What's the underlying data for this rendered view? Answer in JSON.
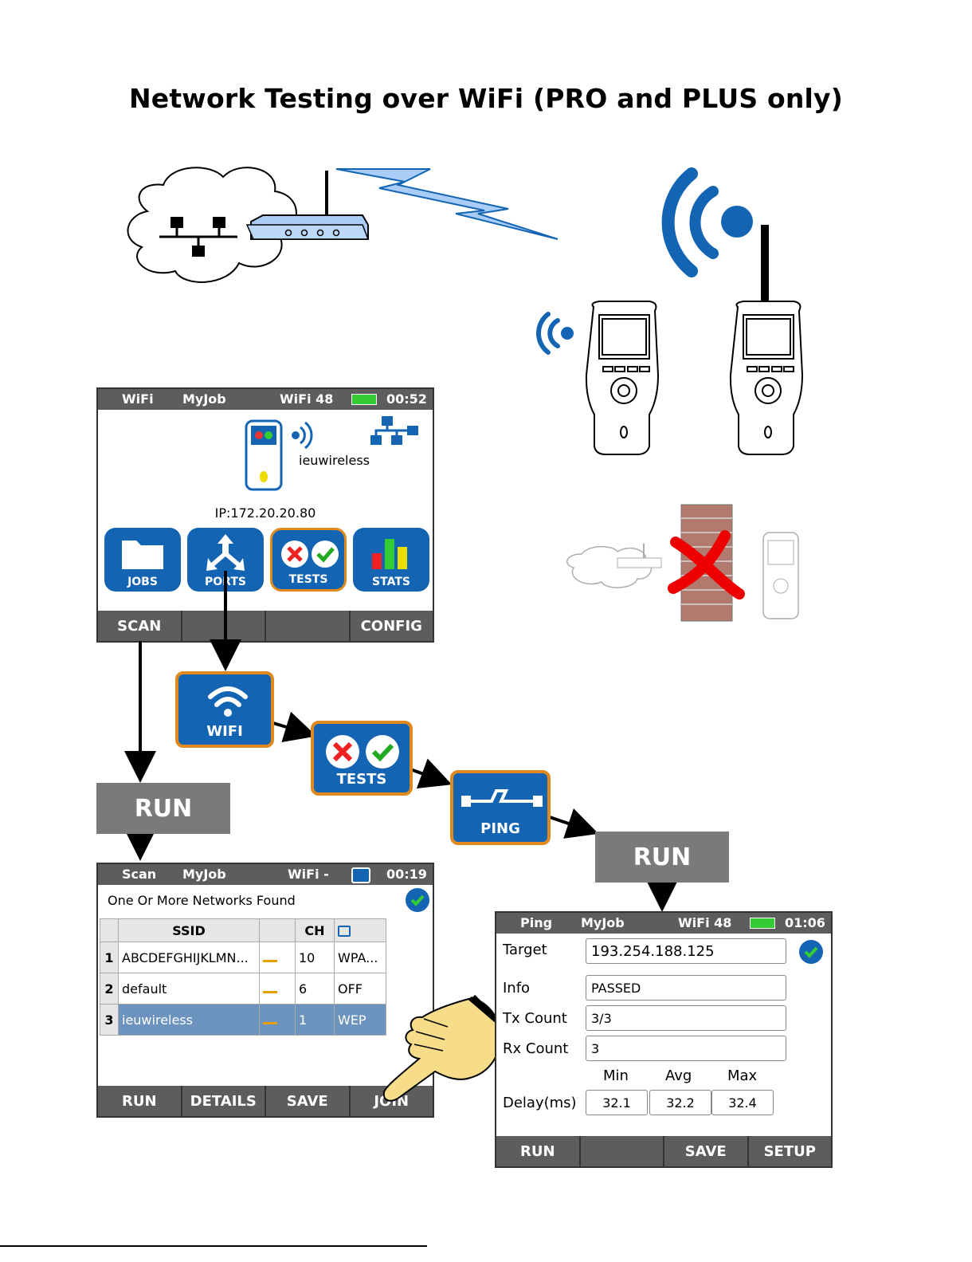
{
  "title": "Network Testing over WiFi (PRO and PLUS only)",
  "home_screen": {
    "status": {
      "mode": "WiFi",
      "job": "MyJob",
      "wifi": "WiFi 48",
      "time": "00:52"
    },
    "ssid": "ieuwireless",
    "ip": "IP:172.20.20.80",
    "buttons": [
      "JOBS",
      "PORTS",
      "TESTS",
      "STATS"
    ],
    "softkeys": [
      "SCAN",
      "",
      "",
      "CONFIG"
    ]
  },
  "tiles": {
    "wifi": "WIFI",
    "tests": "TESTS",
    "ping": "PING"
  },
  "run_label": "RUN",
  "scan_screen": {
    "status": {
      "mode": "Scan",
      "job": "MyJob",
      "wifi": "WiFi -",
      "time": "00:19"
    },
    "message": "One Or More Networks Found",
    "columns": [
      "SSID",
      "",
      "CH",
      ""
    ],
    "rows": [
      {
        "num": "1",
        "ssid": "ABCDEFGHIJKLMN...",
        "ch": "10",
        "sec": "WPA..."
      },
      {
        "num": "2",
        "ssid": "default",
        "ch": "6",
        "sec": "OFF"
      },
      {
        "num": "3",
        "ssid": "ieuwireless",
        "ch": "1",
        "sec": "WEP"
      }
    ],
    "softkeys": [
      "RUN",
      "DETAILS",
      "SAVE",
      "JOIN"
    ]
  },
  "ping_screen": {
    "status": {
      "mode": "Ping",
      "job": "MyJob",
      "wifi": "WiFi 48",
      "time": "01:06"
    },
    "target_label": "Target",
    "target": "193.254.188.125",
    "info_label": "Info",
    "info": "PASSED",
    "tx_label": "Tx Count",
    "tx": "3/3",
    "rx_label": "Rx Count",
    "rx": "3",
    "min_label": "Min",
    "avg_label": "Avg",
    "max_label": "Max",
    "delay_label": "Delay(ms)",
    "min": "32.1",
    "avg": "32.2",
    "max": "32.4",
    "softkeys": [
      "RUN",
      "",
      "SAVE",
      "SETUP"
    ]
  },
  "colors": {
    "accent_blue": "#1464b4",
    "tile_border": "#e08a1e",
    "bar_gray": "#5d5d5d",
    "highlight": "#6b93bd",
    "bolt": "#a9cdf7"
  }
}
